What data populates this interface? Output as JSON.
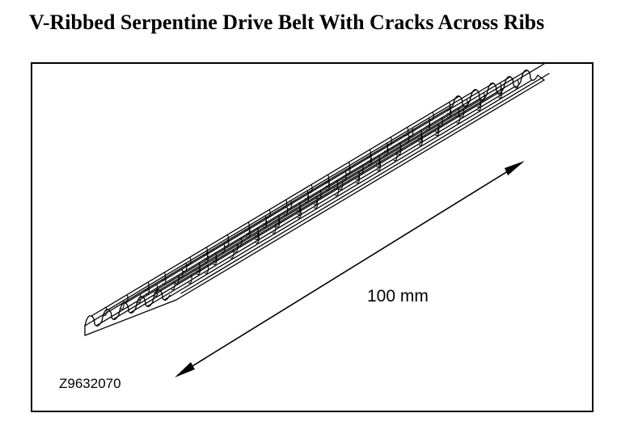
{
  "title": "V-Ribbed Serpentine Drive Belt With Cracks Across Ribs",
  "figure": {
    "dimension_label": "100 mm",
    "figure_id": "Z9632070"
  }
}
